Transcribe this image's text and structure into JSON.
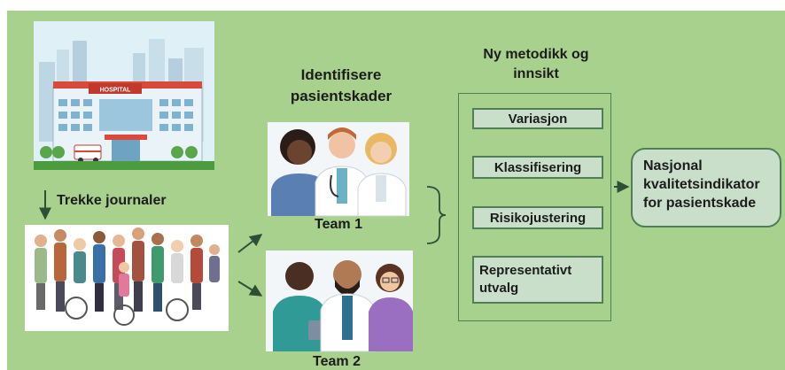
{
  "title": "",
  "steps": {
    "extract_label": "Trekke journaler",
    "identify_label_line1": "Identifisere",
    "identify_label_line2": "pasientskader",
    "team1_label": "Team 1",
    "team2_label": "Team 2",
    "method_title_line1": "Ny metodikk og",
    "method_title_line2": "innsikt"
  },
  "methods": [
    "Variasjon",
    "Klassifisering",
    "Risikojustering",
    "Representativt utvalg"
  ],
  "outcome": {
    "line1": "Nasjonal",
    "line2": "kvalitetsindikator",
    "line3": "for pasientskade"
  },
  "hospital_sign": "HOSPITAL",
  "colors": {
    "panel": "#a9d18e",
    "box_fill": "#c9dfca",
    "box_border": "#4f7f57",
    "arrow": "#2e4f36"
  },
  "icons": {
    "hospital": "hospital-illustration",
    "patients": "patients-group-illustration",
    "team1": "clinicians-team-illustration",
    "team2": "clinicians-team-illustration"
  }
}
